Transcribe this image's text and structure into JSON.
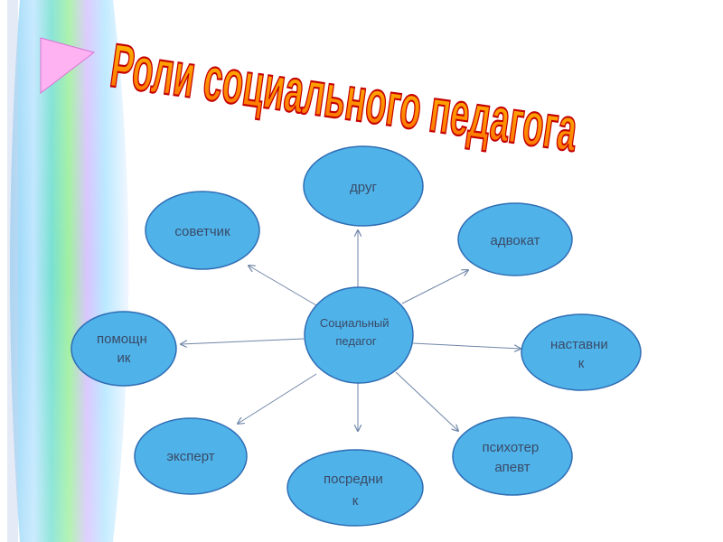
{
  "title": "Роли социального педагога",
  "center": {
    "lines": [
      "Социальный",
      "педагог"
    ]
  },
  "roles": [
    {
      "key": "drug",
      "lines": [
        "друг"
      ]
    },
    {
      "key": "advokat",
      "lines": [
        "адвокат"
      ]
    },
    {
      "key": "nastavnik",
      "lines": [
        "наставни",
        "к"
      ]
    },
    {
      "key": "psikhoterapevt",
      "lines": [
        "психотер",
        "апевт"
      ]
    },
    {
      "key": "posrednik",
      "lines": [
        "посредни",
        "к"
      ]
    },
    {
      "key": "ekspert",
      "lines": [
        "эксперт"
      ]
    },
    {
      "key": "pomoshchnik",
      "lines": [
        "помощн",
        "ик"
      ]
    },
    {
      "key": "sovetchik",
      "lines": [
        "советчик"
      ]
    }
  ],
  "colors": {
    "node_fill": "#4fb3ea",
    "node_stroke": "#2f6db3",
    "arrow": "#6f86a8",
    "title_fill": "#ff8a00",
    "title_stroke": "#c40000"
  }
}
